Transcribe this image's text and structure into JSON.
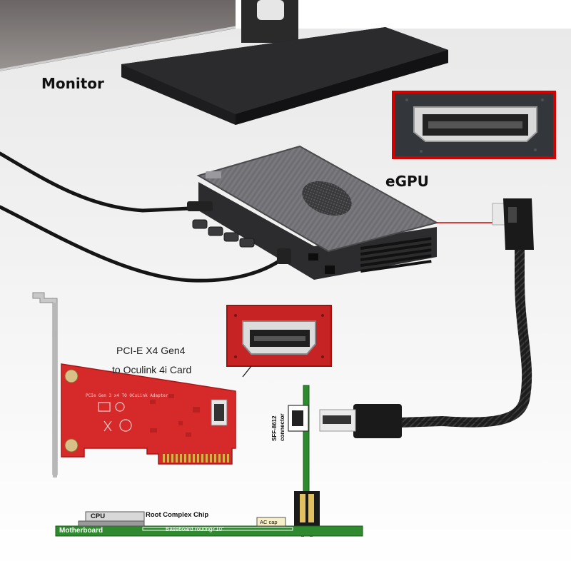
{
  "labels": {
    "monitor": "Monitor",
    "egpu": "eGPU",
    "card_line1": "PCI-E X4 Gen4",
    "card_line2": "to Oculink 4i Card",
    "connector_line1": "SFF-8612",
    "connector_line2": "connector",
    "cpu": "CPU",
    "root_complex": "Root Complex Chip",
    "ac_cap": "AC cap",
    "motherboard": "Motherboard",
    "routing": "Baseboard routing<10\""
  },
  "colors": {
    "pcb_red": "#d62a2a",
    "motherboard_green": "#2f8a2f",
    "egpu_body": "#6f6f72",
    "inset_frame": "#d40000",
    "bracket": "#c8c8c8",
    "cable": "#1a1a1a",
    "gold_contacts": "#d8b04a"
  },
  "icons": [
    "monitor-stand",
    "egpu-dock",
    "oculink-port-closeup",
    "oculink-cable",
    "pcie-adapter-card",
    "card-port-closeup",
    "motherboard-schematic"
  ]
}
